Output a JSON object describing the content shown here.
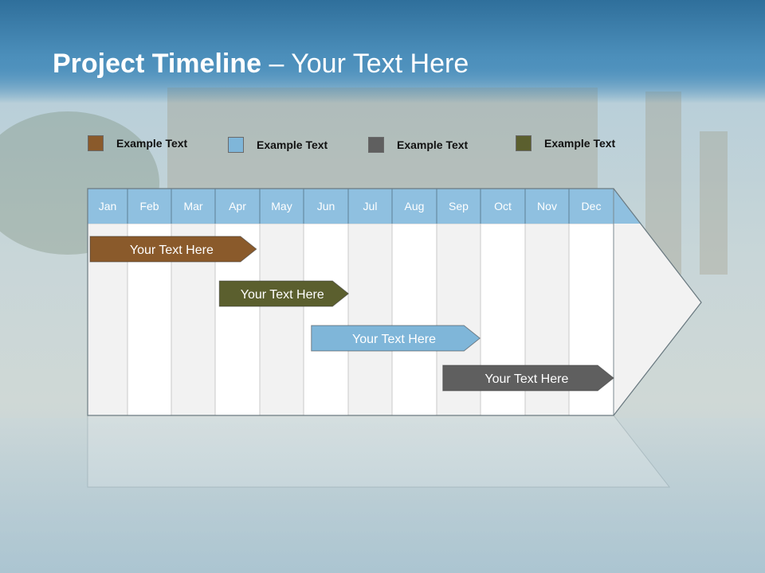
{
  "title": {
    "bold": "Project Timeline",
    "rest": " – Your Text Here"
  },
  "colors": {
    "brown": "#8a5a2b",
    "blue": "#7fb6d9",
    "gray": "#5f5f5f",
    "olive": "#5b5f2e",
    "header": "#8fc0e0",
    "grid_light": "#f2f2f2",
    "grid_white": "#ffffff"
  },
  "legend": [
    {
      "label": "Example Text",
      "color": "#8a5a2b"
    },
    {
      "label": "Example Text",
      "color": "#7fb6d9"
    },
    {
      "label": "Example Text",
      "color": "#5f5f5f"
    },
    {
      "label": "Example Text",
      "color": "#5b5f2e"
    }
  ],
  "months": [
    "Jan",
    "Feb",
    "Mar",
    "Apr",
    "May",
    "Jun",
    "Jul",
    "Aug",
    "Sep",
    "Oct",
    "Nov",
    "Dec"
  ],
  "bars": [
    {
      "label": "Your  Text Here",
      "color": "#8a5a2b",
      "start_month": 0.0,
      "end_month": 3.85
    },
    {
      "label": "Your  Text Here",
      "color": "#5b5f2e",
      "start_month": 2.95,
      "end_month": 5.95
    },
    {
      "label": "Your  Text Here",
      "color": "#7fb6d9",
      "start_month": 5.05,
      "end_month": 8.95
    },
    {
      "label": "Your  Text Here",
      "color": "#5f5f5f",
      "start_month": 8.05,
      "end_month": 12.0
    }
  ]
}
